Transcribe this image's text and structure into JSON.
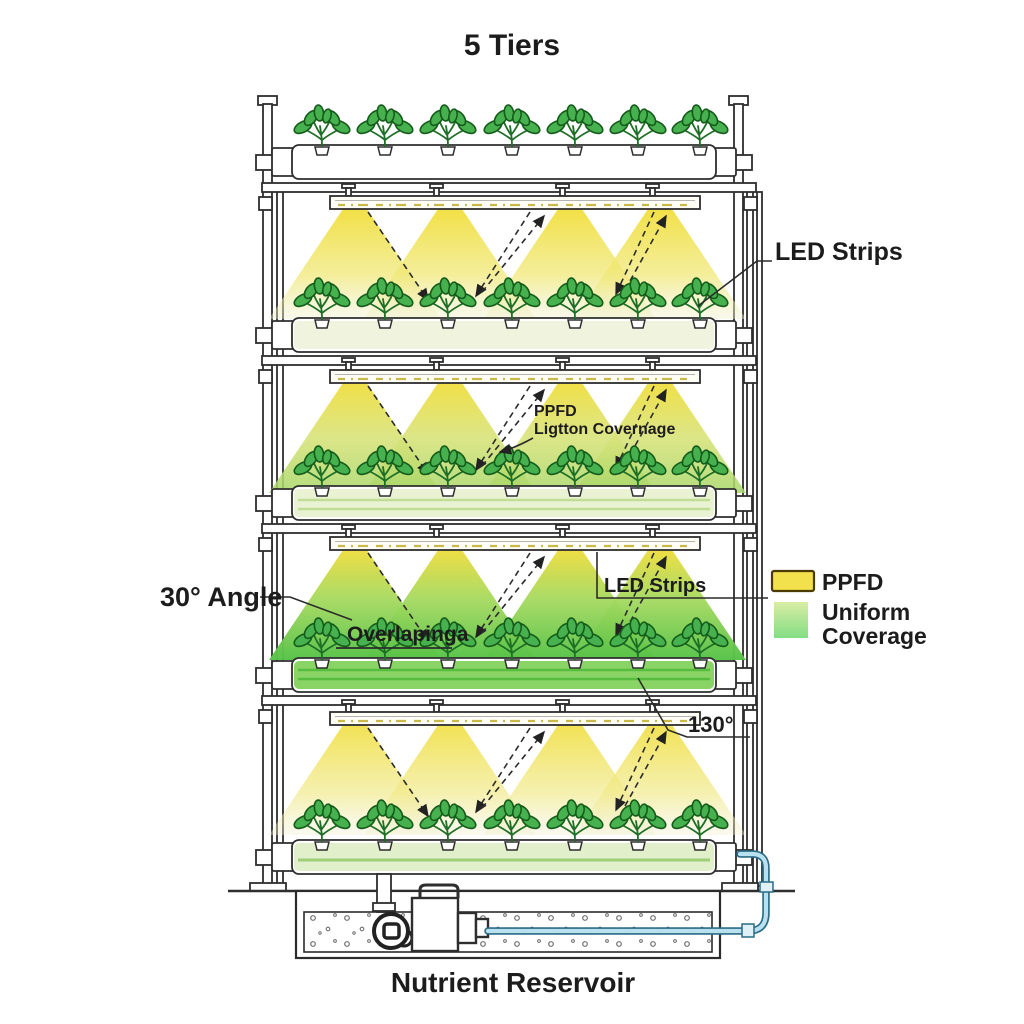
{
  "title": "5 Tiers",
  "labels": {
    "led_strips_top": "LED Strips",
    "ppfd_line1": "PPFD",
    "ppfd_line2": "Ligtton Covernage",
    "angle": "30° Angle",
    "overlapping": "Overlapinga",
    "led_strips_mid": "LED Strips",
    "beam_angle": "130°",
    "reservoir": "Nutrient Reservoir"
  },
  "legend": {
    "items": [
      {
        "label": "PPFD",
        "swatch": "yellow",
        "color": "#f2e04c"
      },
      {
        "label_line1": "Uniform",
        "label_line2": "Coverage",
        "swatch": "green-gradient",
        "color": "#8fe08f"
      }
    ]
  },
  "diagram": {
    "type": "vertical-hydroponic-farm",
    "tier_count": 5,
    "plants_per_tier": 7,
    "led_bar_count": 4,
    "light_cones_per_bar": 4,
    "beam_angle_value": "130°",
    "overlap_angle_value": "30°",
    "colors": {
      "cone_yellow": "#f2e148",
      "cone_fade": "#f0eecb",
      "cone_green": "#55c247",
      "leaf_green": "#46b14e",
      "leaf_outline": "#155c1b",
      "frame_line": "#2e2e2e",
      "tube_blue": "#b9e0ee",
      "tube_outline": "#2a6b86",
      "channel_green": "#8ad466",
      "legend_yellow": "#f2e04c",
      "legend_green_top": "#d9eda4",
      "legend_green_bottom": "#83dd84"
    }
  }
}
